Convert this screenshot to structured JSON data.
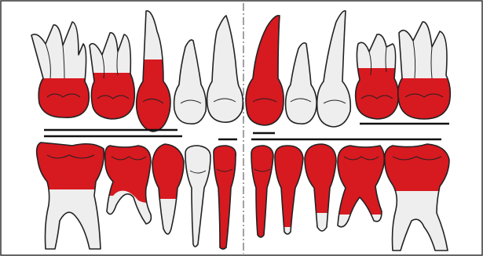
{
  "figure": {
    "colors": {
      "background": "#ffffff",
      "border": "#333333",
      "tooth_fill": "#eeeeee",
      "tooth_outline": "#222222",
      "highlight": "#d71920",
      "bar": "#111111",
      "midline": "#444444"
    },
    "upper_teeth": [
      {
        "id": "u1",
        "shape": "molar",
        "highlighted_portion": "crown-and-root-base"
      },
      {
        "id": "u2",
        "shape": "molar",
        "highlighted_portion": "crown-and-root-base"
      },
      {
        "id": "u3",
        "shape": "premolar",
        "highlighted_portion": "crown-and-root-base"
      },
      {
        "id": "u4",
        "shape": "premolar",
        "highlighted_portion": "none"
      },
      {
        "id": "u5",
        "shape": "canine",
        "highlighted_portion": "none"
      },
      {
        "id": "u6",
        "shape": "canine",
        "highlighted_portion": "whole-tooth"
      },
      {
        "id": "u7",
        "shape": "premolar",
        "highlighted_portion": "none"
      },
      {
        "id": "u8",
        "shape": "premolar",
        "highlighted_portion": "none"
      },
      {
        "id": "u9",
        "shape": "molar",
        "highlighted_portion": "crown-and-root-base"
      },
      {
        "id": "u10",
        "shape": "molar",
        "highlighted_portion": "crown-and-root-base"
      }
    ],
    "lower_teeth": [
      {
        "id": "l1",
        "shape": "molar",
        "highlighted_portion": "crown-and-root-base"
      },
      {
        "id": "l2",
        "shape": "molar",
        "highlighted_portion": "crown-and-partial-root"
      },
      {
        "id": "l3",
        "shape": "premolar",
        "highlighted_portion": "crown-and-partial-root"
      },
      {
        "id": "l4",
        "shape": "incisor",
        "highlighted_portion": "none"
      },
      {
        "id": "l5",
        "shape": "incisor",
        "highlighted_portion": "whole-tooth"
      },
      {
        "id": "l6",
        "shape": "incisor",
        "highlighted_portion": "whole-tooth"
      },
      {
        "id": "l7",
        "shape": "incisor",
        "highlighted_portion": "crown-and-most-root"
      },
      {
        "id": "l8",
        "shape": "premolar",
        "highlighted_portion": "crown-and-most-root"
      },
      {
        "id": "l9",
        "shape": "molar",
        "highlighted_portion": "crown-and-most-root"
      },
      {
        "id": "l10",
        "shape": "molar",
        "highlighted_portion": "crown-and-root-base"
      }
    ]
  }
}
